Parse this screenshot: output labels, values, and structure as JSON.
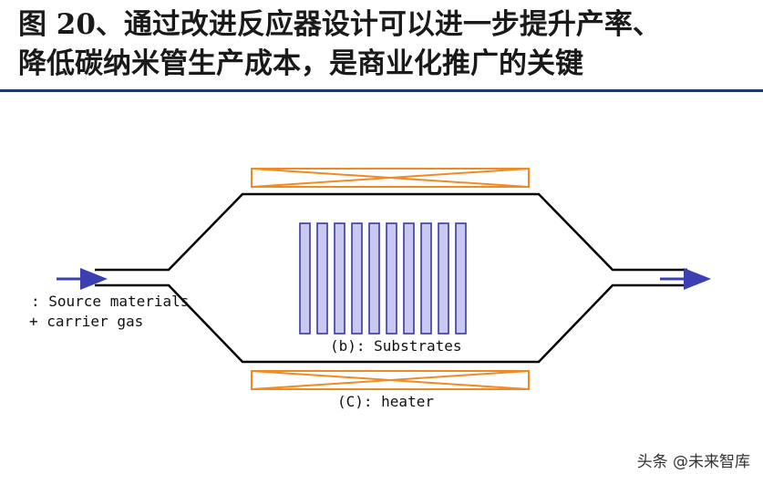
{
  "title": {
    "line1": "图 20、通过改进反应器设计可以进一步提升产率、",
    "line2": "降低碳纳米管生产成本，是商业化推广的关键"
  },
  "diagram": {
    "inlet_label_line1": ": Source materials",
    "inlet_label_line2": "+ carrier gas",
    "substrates_label": "(b): Substrates",
    "heater_label": "(C): heater",
    "substrate_count": 10,
    "colors": {
      "heater": "#f08a24",
      "substrate_fill": "#c8c8f0",
      "substrate_stroke": "#3a3aa0",
      "arrow": "#3b3fb0",
      "reactor_wall": "#000000",
      "title_rule": "#1f3864"
    }
  },
  "watermark": "头条 @未来智库"
}
